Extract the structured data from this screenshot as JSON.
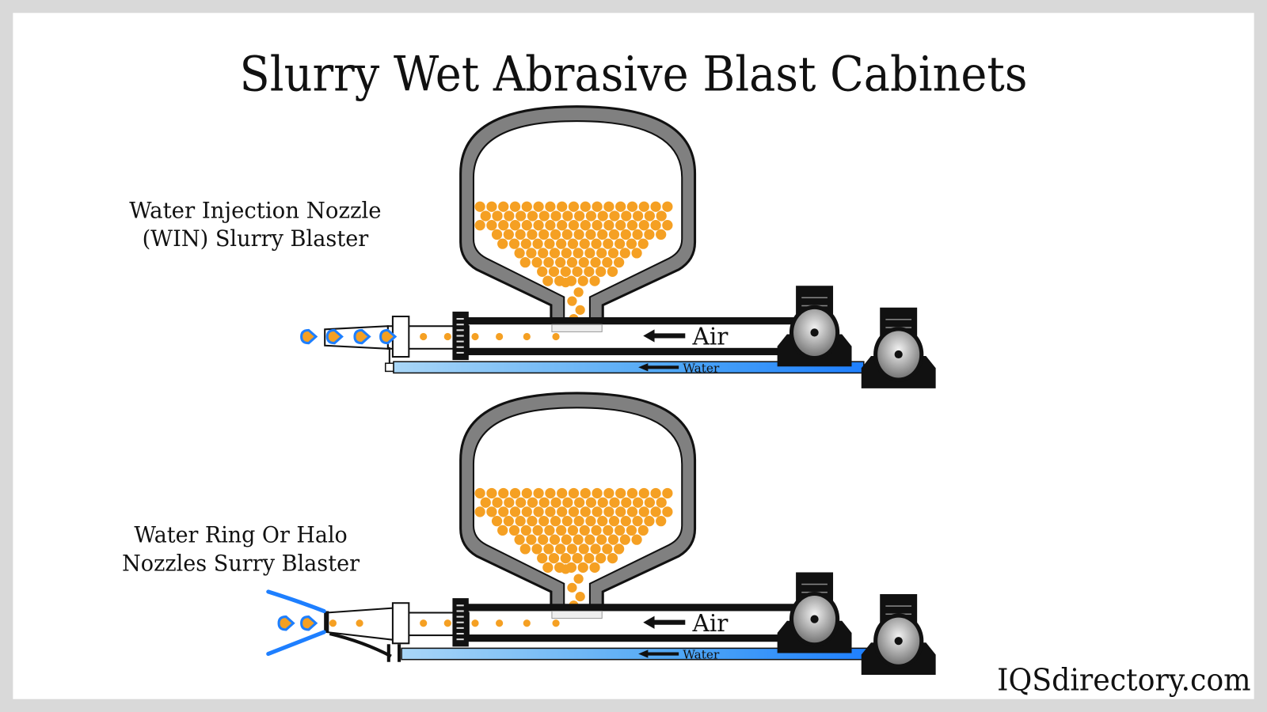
{
  "title": "Slurry Wet Abrasive Blast Cabinets",
  "diagrams": [
    {
      "label_line1": "Water Injection Nozzle",
      "label_line2": "(WIN) Slurry Blaster",
      "air_label": "Air",
      "water_label": "Water",
      "nozzle_type": "injection"
    },
    {
      "label_line1": "Water Ring Or Halo",
      "label_line2": "Nozzles Surry Blaster",
      "air_label": "Air",
      "water_label": "Water",
      "nozzle_type": "halo"
    }
  ],
  "watermark": "IQSdirectory.com",
  "colors": {
    "abrasive": "#f5a023",
    "water": "#1e7fff",
    "hopper": "#808080",
    "frame": "#d9d9d9"
  }
}
